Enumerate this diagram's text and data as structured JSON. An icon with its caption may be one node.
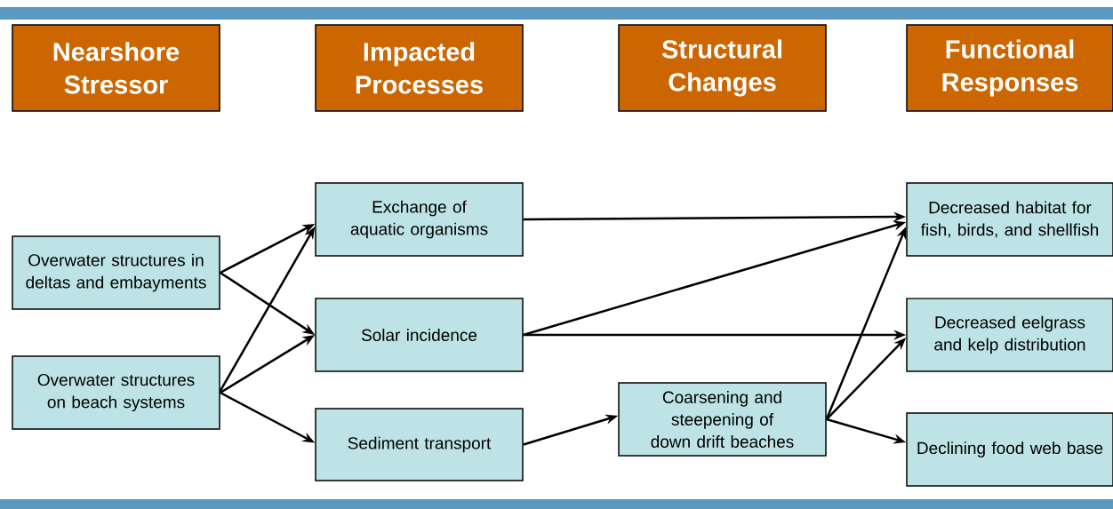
{
  "diagram": {
    "nodes": [
      {
        "text": [
          "Nearshore Stressor"
        ]
      },
      {
        "text": [
          "Impacted Processes"
        ]
      },
      {
        "text": [
          "Structural Changes"
        ]
      },
      {
        "text": [
          "Functional Responses"
        ]
      },
      {
        "text": [
          "Overwater structures in deltas and embayments"
        ]
      },
      {
        "text": [
          "Overwater structures on beach systems"
        ]
      },
      {
        "text": [
          "Exchange of aquatic organisms"
        ]
      },
      {
        "text": [
          "Solar incidence"
        ]
      },
      {
        "text": [
          "Sediment transport"
        ]
      },
      {
        "text": [
          "Coarsening and steepening of down drift beaches"
        ]
      },
      {
        "text": [
          "Decreased habitat for fish, birds, and shellfish"
        ]
      },
      {
        "text": [
          "Decreased eelgrass and kelp distribution"
        ]
      },
      {
        "text": [
          "Declining food web base"
        ]
      }
    ],
    "edges": [
      {
        "from": 4,
        "to": 6,
        "arrow": "to"
      },
      {
        "from": 4,
        "to": 7,
        "arrow": "to"
      },
      {
        "from": 5,
        "to": 6,
        "arrow": "to"
      },
      {
        "from": 5,
        "to": 7,
        "arrow": "to"
      },
      {
        "from": 5,
        "to": 8,
        "arrow": "to"
      },
      {
        "from": 6,
        "to": 10,
        "arrow": "to"
      },
      {
        "from": 7,
        "to": 10,
        "arrow": "to"
      },
      {
        "from": 7,
        "to": 11,
        "arrow": "to"
      },
      {
        "from": 8,
        "to": 9,
        "arrow": "to"
      },
      {
        "from": 9,
        "to": 10,
        "arrow": "to"
      },
      {
        "from": 9,
        "to": 11,
        "arrow": "to"
      },
      {
        "from": 9,
        "to": 12,
        "arrow": "to"
      }
    ]
  }
}
